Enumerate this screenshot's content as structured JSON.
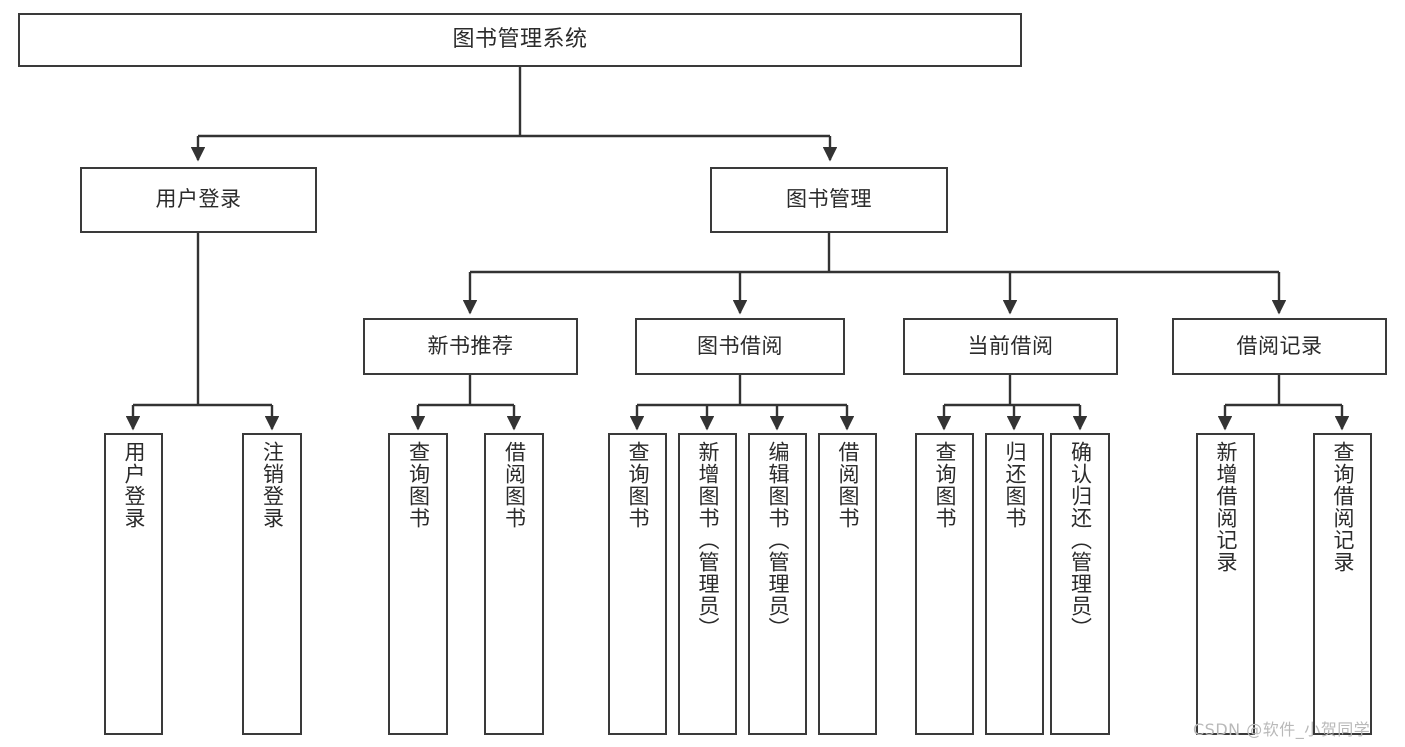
{
  "diagram": {
    "title": "图书管理系统",
    "watermark": "CSDN @软件_小贺同学",
    "colors": {
      "box_border": "#3a3a3a",
      "box_fill": "#ffffff",
      "text": "#2b2b2b",
      "connector": "#333333",
      "watermark": "#b9b9b9",
      "background": "#ffffff"
    },
    "nodes": {
      "root": {
        "label": "图书管理系统"
      },
      "level2": [
        {
          "id": "user-login",
          "label": "用户登录"
        },
        {
          "id": "book-manage",
          "label": "图书管理"
        }
      ],
      "level3": [
        {
          "id": "new-book-recommend",
          "label": "新书推荐"
        },
        {
          "id": "book-borrow",
          "label": "图书借阅"
        },
        {
          "id": "current-borrow",
          "label": "当前借阅"
        },
        {
          "id": "borrow-record",
          "label": "借阅记录"
        }
      ],
      "leaves": {
        "user-login": [
          {
            "id": "leaf-user-login",
            "label": "用户登录"
          },
          {
            "id": "leaf-logout",
            "label": "注销登录"
          }
        ],
        "new-book-recommend": [
          {
            "id": "leaf-query-book-1",
            "label": "查询图书"
          },
          {
            "id": "leaf-borrow-book-1",
            "label": "借阅图书"
          }
        ],
        "book-borrow": [
          {
            "id": "leaf-query-book-2",
            "label": "查询图书"
          },
          {
            "id": "leaf-add-book",
            "label": "新增图书（管理员）"
          },
          {
            "id": "leaf-edit-book",
            "label": "编辑图书（管理员）"
          },
          {
            "id": "leaf-borrow-book-2",
            "label": "借阅图书"
          }
        ],
        "current-borrow": [
          {
            "id": "leaf-query-book-3",
            "label": "查询图书"
          },
          {
            "id": "leaf-return-book",
            "label": "归还图书"
          },
          {
            "id": "leaf-confirm-return",
            "label": "确认归还（管理员）"
          }
        ],
        "borrow-record": [
          {
            "id": "leaf-add-record",
            "label": "新增借阅记录"
          },
          {
            "id": "leaf-query-record",
            "label": "查询借阅记录"
          }
        ]
      }
    }
  }
}
